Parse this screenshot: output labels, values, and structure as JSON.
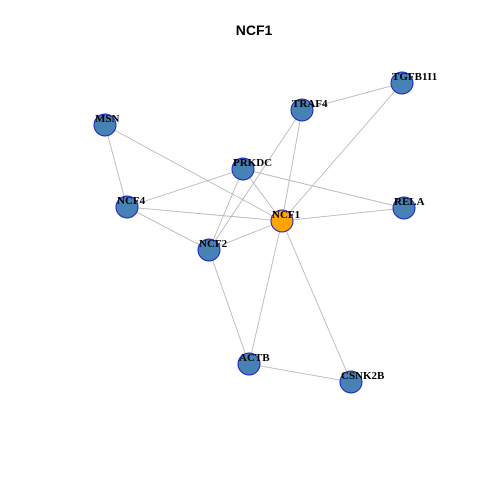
{
  "title": "NCF1",
  "colors": {
    "hub_fill": "#FFA500",
    "node_fill": "#4682B4",
    "node_stroke": "#1f1fcc",
    "edge": "#b3b3b3"
  },
  "nodes": [
    {
      "id": "NCF1",
      "label": "NCF1",
      "hub": true
    },
    {
      "id": "TGFB1I1",
      "label": "TGFB1I1",
      "hub": false
    },
    {
      "id": "TRAF4",
      "label": "TRAF4",
      "hub": false
    },
    {
      "id": "MSN",
      "label": "MSN",
      "hub": false
    },
    {
      "id": "PRKDC",
      "label": "PRKDC",
      "hub": false
    },
    {
      "id": "NCF4",
      "label": "NCF4",
      "hub": false
    },
    {
      "id": "RELA",
      "label": "RELA",
      "hub": false
    },
    {
      "id": "NCF2",
      "label": "NCF2",
      "hub": false
    },
    {
      "id": "ACTB",
      "label": "ACTB",
      "hub": false
    },
    {
      "id": "CSNK2B",
      "label": "CSNK2B",
      "hub": false
    }
  ],
  "edges": [
    [
      "NCF1",
      "TGFB1I1"
    ],
    [
      "NCF1",
      "TRAF4"
    ],
    [
      "NCF1",
      "MSN"
    ],
    [
      "NCF1",
      "PRKDC"
    ],
    [
      "NCF1",
      "NCF4"
    ],
    [
      "NCF1",
      "RELA"
    ],
    [
      "NCF1",
      "NCF2"
    ],
    [
      "NCF1",
      "ACTB"
    ],
    [
      "NCF1",
      "CSNK2B"
    ],
    [
      "TRAF4",
      "TGFB1I1"
    ],
    [
      "TRAF4",
      "NCF2"
    ],
    [
      "MSN",
      "NCF4"
    ],
    [
      "PRKDC",
      "NCF4"
    ],
    [
      "PRKDC",
      "NCF2"
    ],
    [
      "PRKDC",
      "RELA"
    ],
    [
      "NCF4",
      "NCF2"
    ],
    [
      "NCF2",
      "ACTB"
    ],
    [
      "ACTB",
      "CSNK2B"
    ]
  ]
}
